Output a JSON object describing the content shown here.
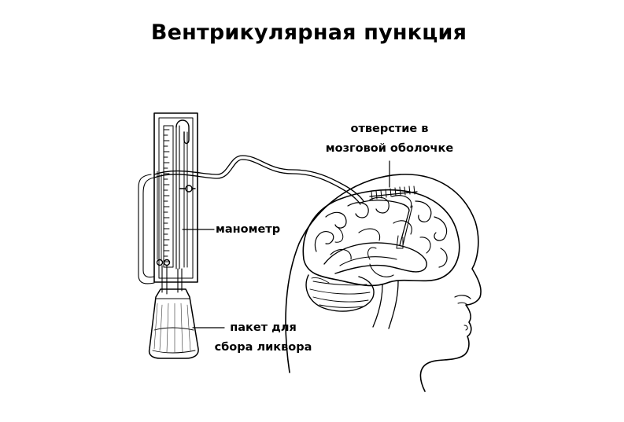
{
  "title": "Вентрикулярная пункция",
  "labels": {
    "opening_line1": "отверстие в",
    "opening_line2": "мозговой оболочке",
    "manometer": "манометр",
    "bag_line1": "пакет для",
    "bag_line2": "сбора ликвора"
  }
}
